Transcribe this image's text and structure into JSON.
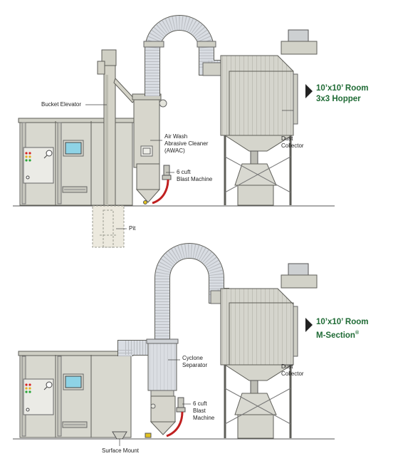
{
  "top": {
    "title_line1": "10’x10’ Room",
    "title_line2": "3x3 Hopper",
    "labels": {
      "bucket_elevator": "Bucket Elevator",
      "awac_line1": "Air Wash",
      "awac_line2": "Abrasive Cleaner",
      "awac_line3": "(AWAC)",
      "blast_line1": "6 cuft",
      "blast_line2": "Blast Machine",
      "dust_line1": "Dust",
      "dust_line2": "Collector",
      "pit": "Pit"
    }
  },
  "bottom": {
    "title_line1": "10’x10’ Room",
    "title_line2": "M-Section",
    "title_mark": "®",
    "labels": {
      "cyclone_line1": "Cyclone",
      "cyclone_line2": "Separator",
      "blast_line1": "6 cuft",
      "blast_line2": "Blast",
      "blast_line3": "Machine",
      "dust_line1": "Dust",
      "dust_line2": "Collector",
      "surface_mount": "Surface Mount"
    }
  },
  "colors": {
    "equipment_fill": "#d8d8cf",
    "equipment_stroke": "#5e5e58",
    "duct_fill": "#d9dde3",
    "title_green": "#1f6b35",
    "hose_red": "#c02020"
  }
}
